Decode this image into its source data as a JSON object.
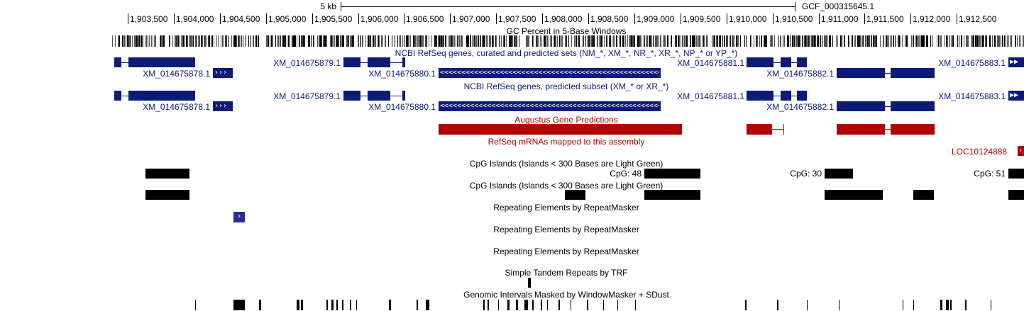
{
  "scale": {
    "label": "5 kb",
    "assembly": "GCF_000315645.1"
  },
  "ruler": {
    "ticks": [
      "1,903,500",
      "1,904,000",
      "1,904,500",
      "1,905,000",
      "1,905,500",
      "1,906,000",
      "1,906,500",
      "1,907,000",
      "1,907,500",
      "1,908,000",
      "1,908,500",
      "1,909,000",
      "1,909,500",
      "1,910,000",
      "1,910,500",
      "1,911,000",
      "1,911,500",
      "1,912,000",
      "1,912,500"
    ]
  },
  "tracks": {
    "gc": {
      "title": "GC Percent in 5-Base Windows"
    },
    "refseq_all": {
      "title": "NCBI RefSeq genes, curated and predicted sets (NM_*, XM_*, NR_*, XR_*, NP_* or YP_*)",
      "genes": [
        "XM_014675878.1",
        "XM_014675879.1",
        "XM_014675880.1",
        "XM_014675881.1",
        "XM_014675882.1",
        "XM_014675883.1"
      ]
    },
    "refseq_pred": {
      "title": "NCBI RefSeq genes, predicted subset (XM_* or XR_*)",
      "genes": [
        "XM_014675878.1",
        "XM_014675879.1",
        "XM_014675880.1",
        "XM_014675881.1",
        "XM_014675882.1",
        "XM_014675883.1"
      ]
    },
    "augustus": {
      "title": "Augustus Gene Predictions"
    },
    "mrna": {
      "title": "RefSeq mRNAs mapped to this assembly",
      "item": "LOC10124888"
    },
    "cpg1": {
      "title": "CpG Islands (Islands < 300 Bases are Light Green)",
      "labels": [
        "CpG: 48",
        "CpG: 30",
        "CpG: 51"
      ]
    },
    "cpg2": {
      "title": "CpG Islands (Islands < 300 Bases are Light Green)"
    },
    "rmsk1": {
      "title": "Repeating Elements by RepeatMasker"
    },
    "rmsk2": {
      "title": "Repeating Elements by RepeatMasker"
    },
    "rmsk3": {
      "title": "Repeating Elements by RepeatMasker"
    },
    "trf": {
      "title": "Simple Tandem Repeats by TRF"
    },
    "wm": {
      "title": "Genomic Intervals Masked by WindowMasker + SDust"
    }
  },
  "colors": {
    "refseq": "#0c1a78",
    "augustus": "#b30000",
    "cpg": "#000000",
    "rmsk": "#2b2f8f"
  }
}
